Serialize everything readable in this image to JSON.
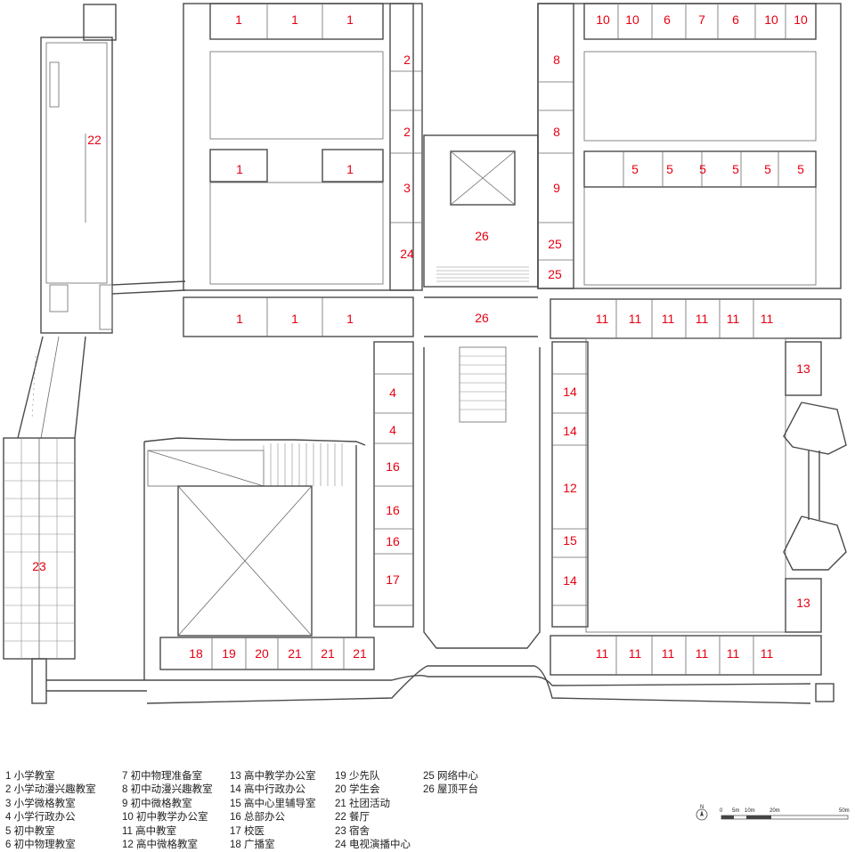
{
  "colors": {
    "line": "#4a4a4a",
    "label": "#e60012",
    "text": "#222222"
  },
  "room_numbers": {
    "r1a": "1",
    "r1b": "1",
    "r1c": "1",
    "r10a": "10",
    "r10b": "10",
    "r6a": "6",
    "r7": "7",
    "r6b": "6",
    "r10c": "10",
    "r10d": "10",
    "r2a": "2",
    "r2b": "2",
    "r8a": "8",
    "r8b": "8",
    "r22": "22",
    "r1d": "1",
    "r1e": "1",
    "r3": "3",
    "r9": "9",
    "r5a": "5",
    "r5b": "5",
    "r5c": "5",
    "r5d": "5",
    "r5e": "5",
    "r5f": "5",
    "r26a": "26",
    "r24": "24",
    "r25a": "25",
    "r25b": "25",
    "r1f": "1",
    "r1g": "1",
    "r1h": "1",
    "r26b": "26",
    "r11a": "11",
    "r11b": "11",
    "r11c": "11",
    "r11d": "11",
    "r11e": "11",
    "r11f": "11",
    "r13a": "13",
    "r4a": "4",
    "r4b": "4",
    "r14a": "14",
    "r14b": "14",
    "r16a": "16",
    "r12": "12",
    "r16b": "16",
    "r16c": "16",
    "r15": "15",
    "r23": "23",
    "r17": "17",
    "r14c": "14",
    "r13b": "13",
    "r18": "18",
    "r19": "19",
    "r20": "20",
    "r21a": "21",
    "r21b": "21",
    "r21c": "21",
    "r11g": "11",
    "r11h": "11",
    "r11i": "11",
    "r11j": "11",
    "r11k": "11",
    "r11l": "11"
  },
  "legend": {
    "col1": [
      "1 小学教室",
      "2 小学动漫兴趣教室",
      "3 小学微格教室",
      "4 小学行政办公",
      "5 初中教室",
      "6 初中物理教室"
    ],
    "col2": [
      "7 初中物理准备室",
      "8 初中动漫兴趣教室",
      "9 初中微格教室",
      "10 初中教学办公室",
      "11 高中教室",
      "12 高中微格教室"
    ],
    "col3": [
      "13 高中教学办公室",
      "14 高中行政办公",
      "15 高中心里辅导室",
      "16 总部办公",
      "17 校医",
      "18 广播室"
    ],
    "col4": [
      "19 少先队",
      "20 学生会",
      "21 社团活动",
      "22 餐厅",
      "23 宿舍",
      "24 电视演播中心"
    ],
    "col5": [
      "25 网络中心",
      "26 屋顶平台"
    ]
  },
  "scale_bar": {
    "north": "N",
    "ticks": [
      "0",
      "5m",
      "10m",
      "20m",
      "50m"
    ]
  }
}
